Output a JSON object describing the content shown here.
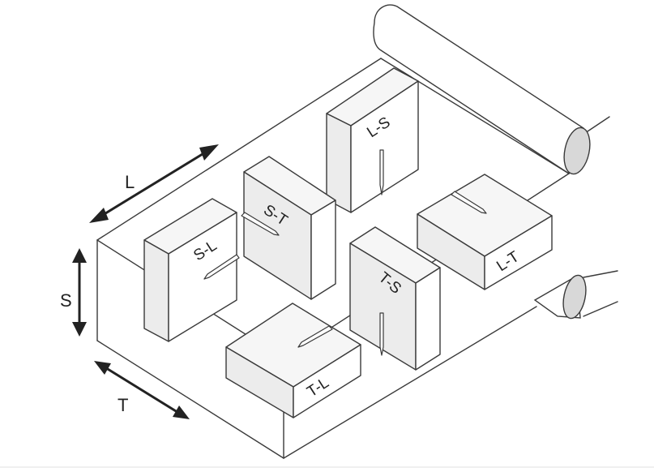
{
  "axes": {
    "L": "L",
    "S": "S",
    "T": "T"
  },
  "specimens": {
    "L_S": "L-S",
    "S_T": "S-T",
    "S_L": "S-L",
    "L_T": "L-T",
    "T_S": "T-S",
    "T_L": "T-L"
  },
  "colors": {
    "line": "#3a3a3a",
    "roll_end": "#d8d8d8",
    "arrow": "#222222"
  }
}
